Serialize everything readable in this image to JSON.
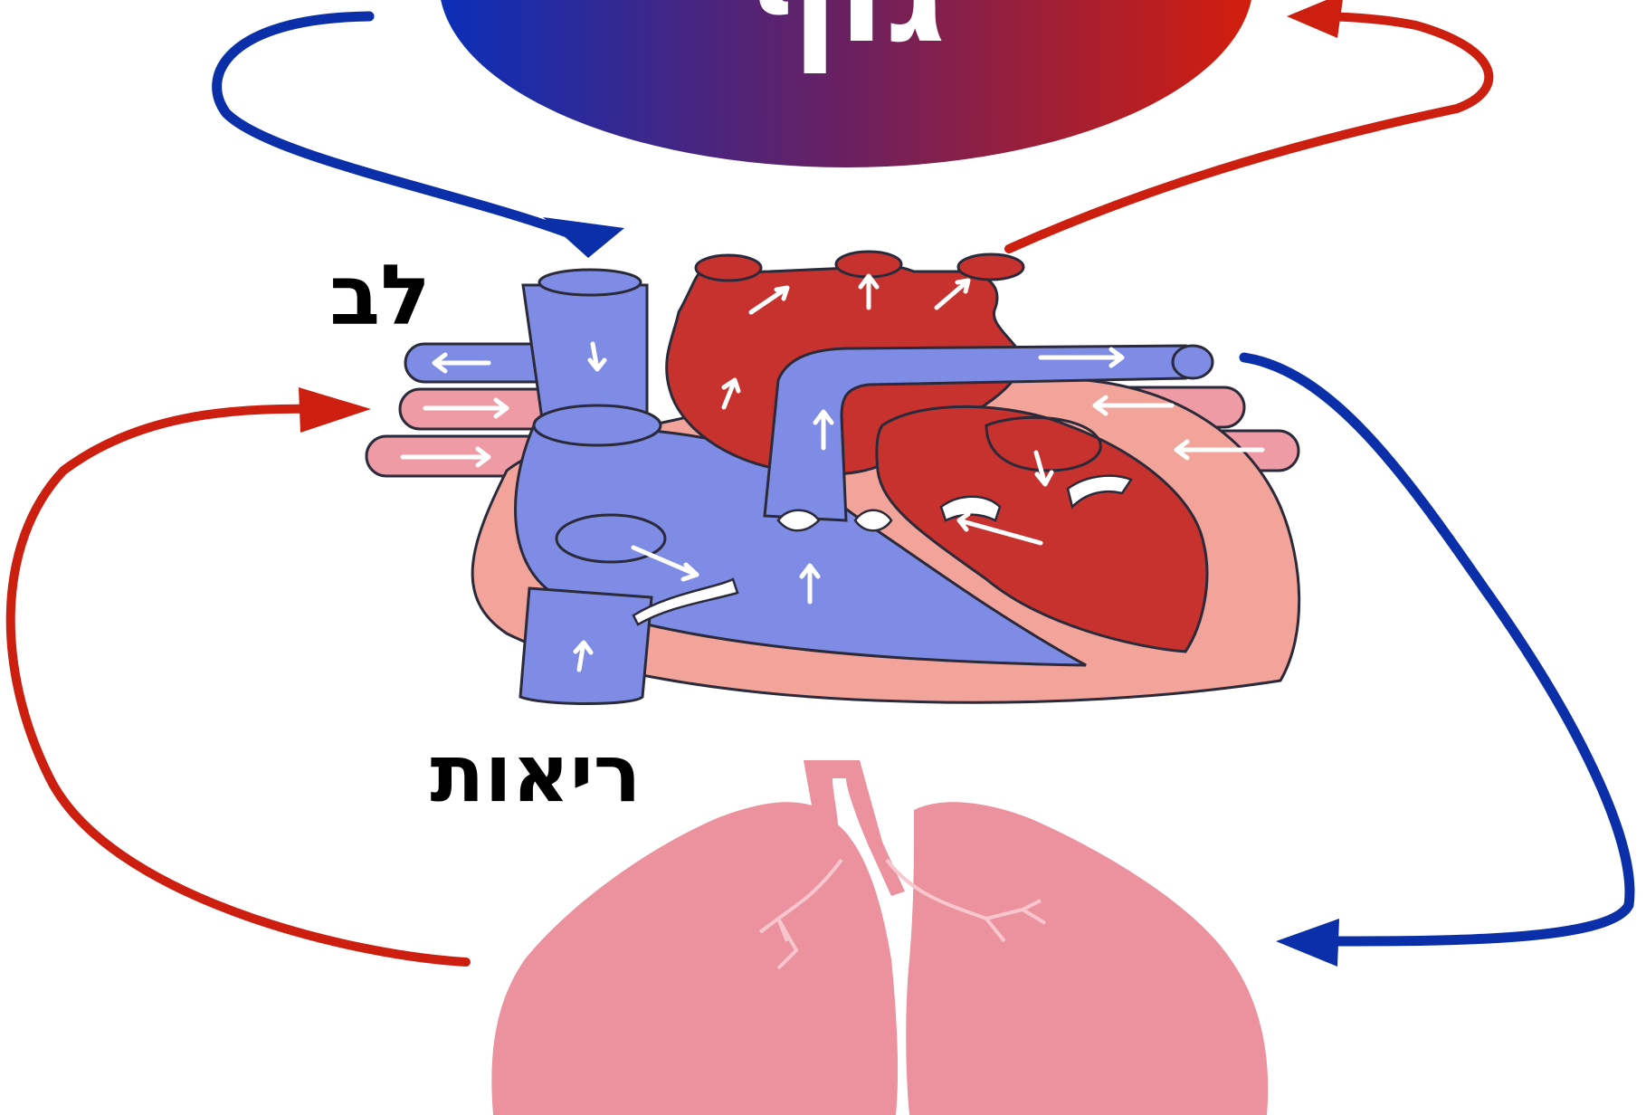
{
  "labels": {
    "body": "גוף",
    "heart": "לב",
    "lungs": "ריאות"
  },
  "colors": {
    "oxygenated": "#cc1f10",
    "deoxygenated": "#0a2fa8",
    "vein_fill": "#7f8ce6",
    "artery_fill": "#c8322e",
    "lung_fill": "#ec919e",
    "heart_wall": "#f2a39a"
  }
}
